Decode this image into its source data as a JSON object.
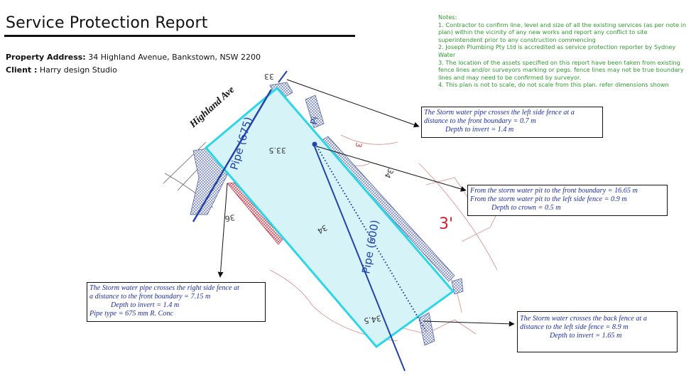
{
  "title": "Service Protection Report",
  "property": {
    "label": "Property Address:",
    "value": "34 Highland Avenue, Bankstown, NSW 2200"
  },
  "client": {
    "label": "Client :",
    "value": "Harry design Studio"
  },
  "notes": [
    "Notes:",
    "1. Contractor to confirm line, level and size of all the existing services (as per note in plan) within the vicinity of any new works and report any conflict to site superintendent prior to any construction commencing",
    "2. Joseph Plumbing Pty Ltd is accredited as service protection reporter by Sydney Water",
    "3. The location of the assets specified on this report have been taken from existing fence lines and/or surveyors marking or pegs. fence lines may not be true boundary lines and may need to be confirmed by surveyor.",
    "4. This plan is not to scale, do not scale from this plan. refer dimensions shown"
  ],
  "map": {
    "street_label": "Highland Ave",
    "pipe_675_label": "Pipe (675)",
    "pipe_600_label": "Pipe (600)",
    "pipe_top_label": "Pi",
    "contours": [
      "33",
      "33.5",
      "3",
      "34",
      "36",
      "34",
      "34.5",
      "3'"
    ]
  },
  "callouts": {
    "left_fence": {
      "line1": "The Storm water pipe crosses the left side fence at a",
      "line2": "distance to the front boundary = 0.7 m",
      "line3": "Depth to invert = 1.4 m"
    },
    "pit": {
      "line1": "From the storm water pit to the front boundary = 16.65 m",
      "line2": "From the storm water pit to the left side fence = 0.9 m",
      "line3": "Depth to crown = 0.5 m"
    },
    "right_fence": {
      "line1": "The Storm water pipe crosses the right side fence at",
      "line2": "a distance to the front boundary = 7.15 m",
      "line3": "Depth to invert = 1.4 m",
      "line4": "Pipe type = 675 mm R. Conc"
    },
    "back_fence": {
      "line1": "The Storm water crosses the back fence at a",
      "line2": "distance to the left side fence = 8.9 m",
      "line3": "Depth to invert = 1.65 m"
    }
  },
  "colors": {
    "lot_fill": "#d6f3f7",
    "lot_border": "#2ad6e8",
    "pipe": "#2244aa",
    "callout_text": "#1d2fa8",
    "notes_text": "#2e9a2e",
    "contour": "#d48a8a"
  }
}
